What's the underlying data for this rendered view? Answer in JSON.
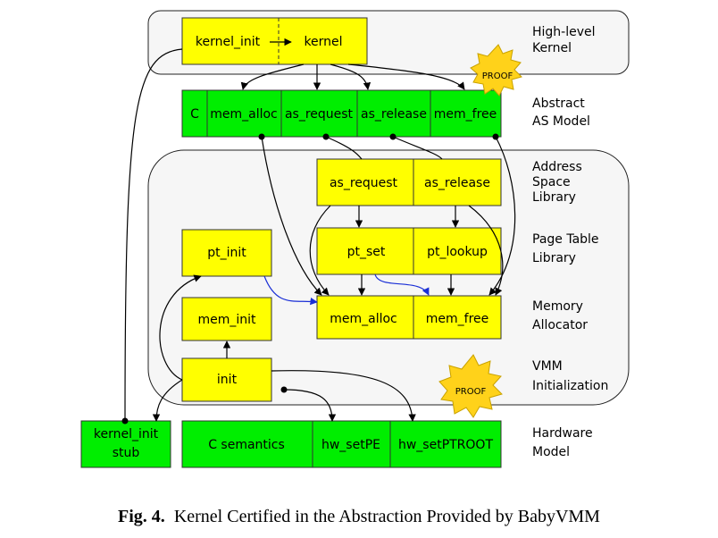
{
  "layers": {
    "high_level_kernel": "High-level",
    "high_level_kernel_2": "Kernel",
    "abstract_as": "Abstract",
    "abstract_as_2": "AS Model",
    "address_space": "Address",
    "address_space_2": "Space",
    "address_space_3": "Library",
    "page_table": "Page Table",
    "page_table_2": "Library",
    "memory_alloc": "Memory",
    "memory_alloc_2": "Allocator",
    "vmm_init": "VMM",
    "vmm_init_2": "Initialization",
    "hardware": "Hardware",
    "hardware_2": "Model"
  },
  "boxes": {
    "kernel_init": "kernel_init",
    "kernel": "kernel",
    "c": "C",
    "mem_alloc_top": "mem_alloc",
    "as_request_top": "as_request",
    "as_release_top": "as_release",
    "mem_free_top": "mem_free",
    "as_request": "as_request",
    "as_release": "as_release",
    "pt_init": "pt_init",
    "pt_set": "pt_set",
    "pt_lookup": "pt_lookup",
    "mem_init": "mem_init",
    "mem_alloc": "mem_alloc",
    "mem_free": "mem_free",
    "init": "init",
    "kernel_init_stub_1": "kernel_init",
    "kernel_init_stub_2": "stub",
    "c_semantics": "C semantics",
    "hw_setPE": "hw_setPE",
    "hw_setPTROOT": "hw_setPTROOT"
  },
  "badges": {
    "proof_top": "PROOF",
    "proof_bottom": "PROOF"
  },
  "caption": {
    "label": "Fig. 4.",
    "text": "Kernel Certified in the Abstraction Provided by BabyVMM"
  },
  "colors": {
    "yellow_box": "#ffff00",
    "green_box": "#00ee00",
    "region": "#f6f6f6",
    "blue_edge": "#1a2fd6",
    "proof_badge": "#ffd21a"
  }
}
